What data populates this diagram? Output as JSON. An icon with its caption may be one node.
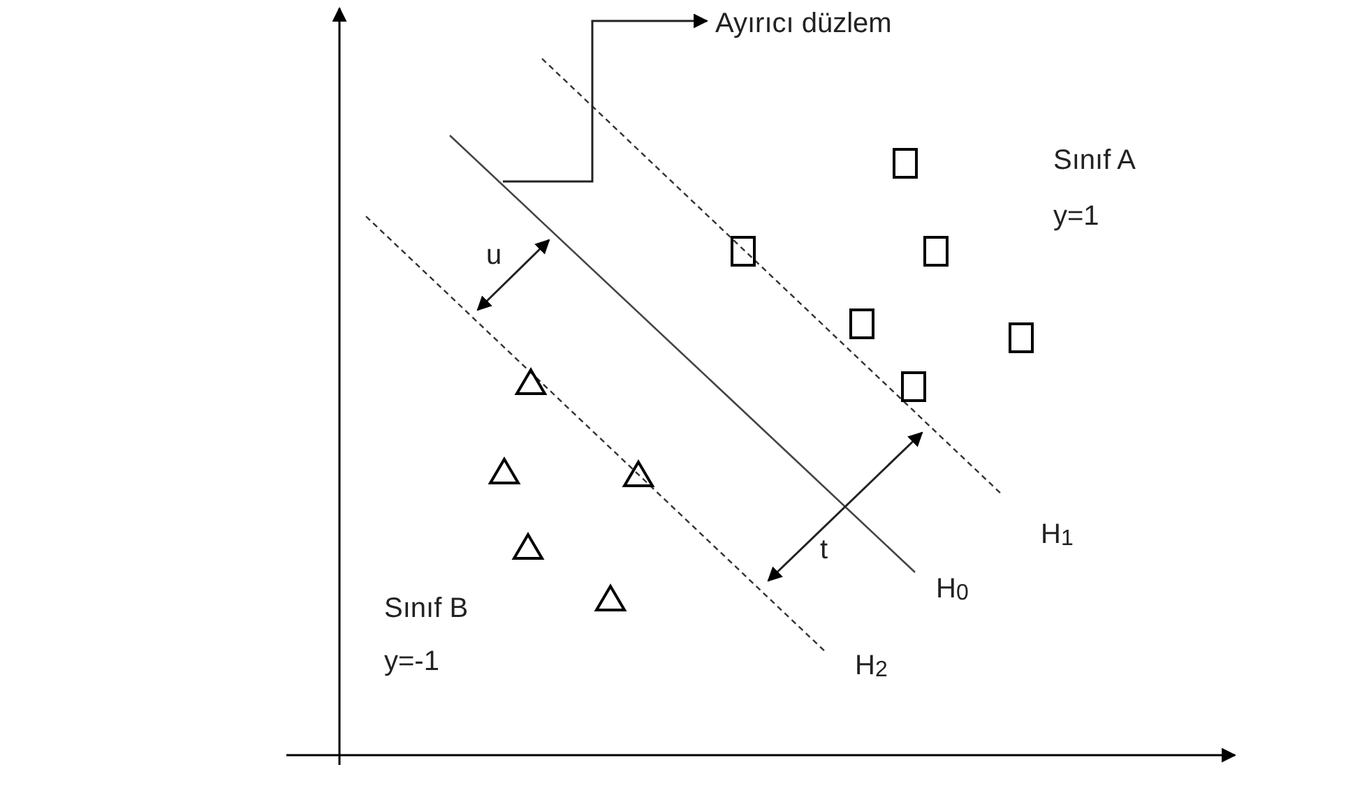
{
  "diagram": {
    "nodes": [
      {
        "text": [
          "Ayırıcı düzlem"
        ]
      },
      {
        "text": [],
        "shape": "line"
      }
    ],
    "edges": [
      {
        "from": 1,
        "to": 0,
        "arrow": "to"
      }
    ],
    "labels": [
      "Sınıf A",
      "y=1",
      "u",
      "H$_{1}$",
      "t",
      "H$_{0}$",
      "Sınıf B",
      "y=-1",
      "H$_{2}$"
    ]
  }
}
